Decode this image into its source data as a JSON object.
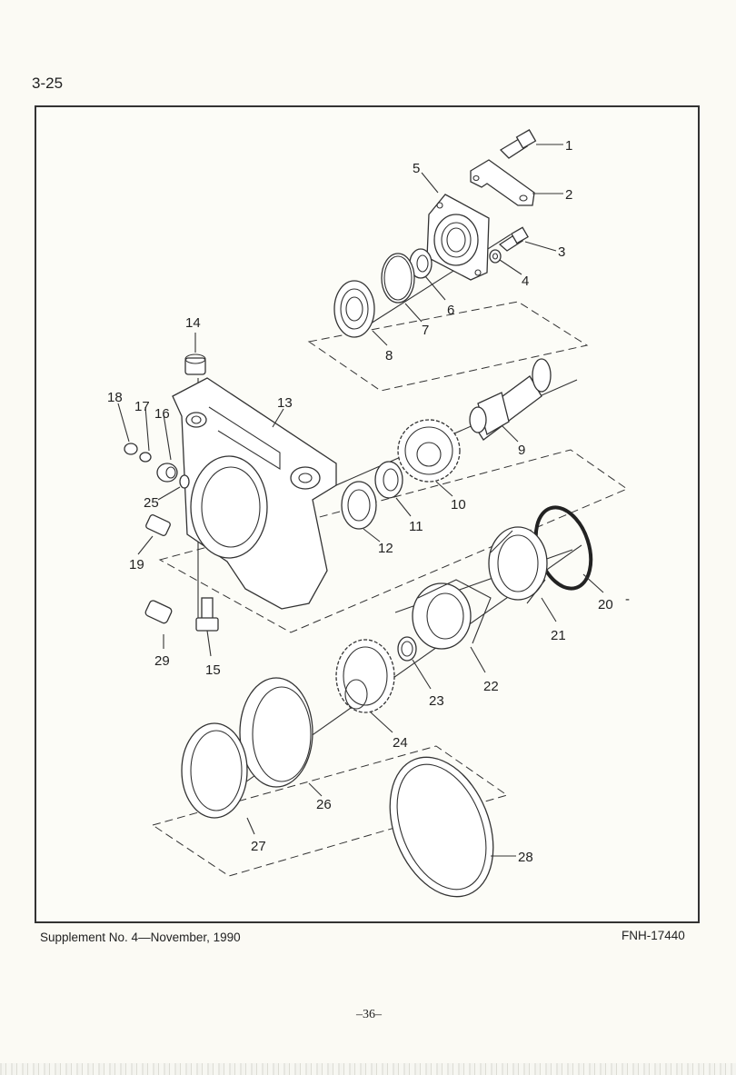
{
  "page": {
    "section_number": "3-25",
    "footer_left": "Supplement  No. 4—November,  1990",
    "footer_right": "FNH-17440",
    "sheet_number": "–36–"
  },
  "diagram": {
    "callouts": [
      "1",
      "2",
      "3",
      "4",
      "5",
      "6",
      "7",
      "8",
      "9",
      "10",
      "11",
      "12",
      "13",
      "14",
      "15",
      "16",
      "17",
      "18",
      "19",
      "20",
      "21",
      "22",
      "23",
      "24",
      "25",
      "26",
      "27",
      "28",
      "29"
    ],
    "stray_mark": "-"
  }
}
